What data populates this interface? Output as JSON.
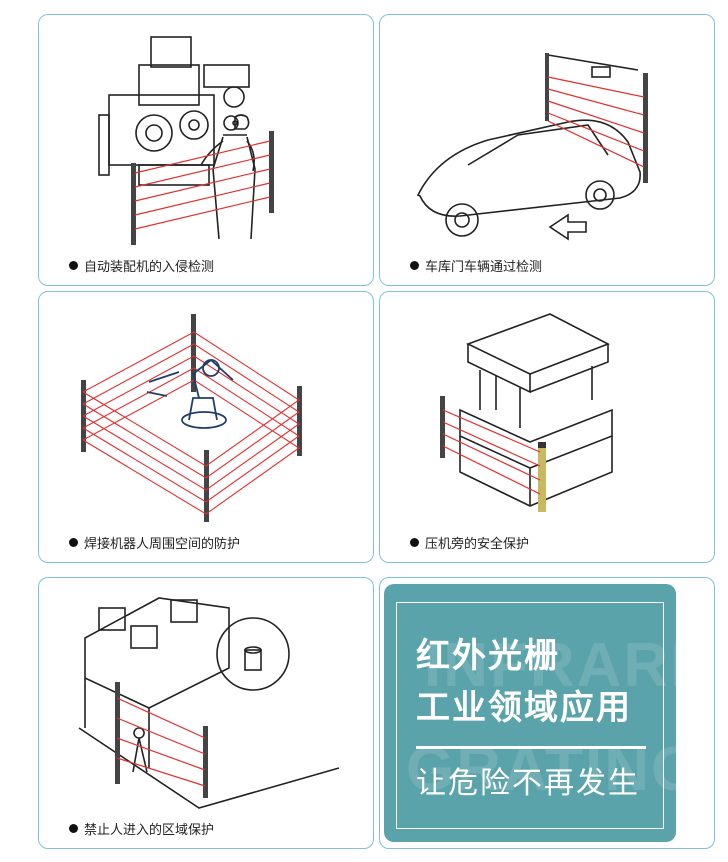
{
  "cards": [
    {
      "caption": "自动装配机的入侵检测"
    },
    {
      "caption": "车库门车辆通过检测"
    },
    {
      "caption": "焊接机器人周围空间的防护"
    },
    {
      "caption": "压机旁的安全保护"
    },
    {
      "caption": "禁止人进入的区域保护"
    }
  ],
  "promo": {
    "title_line1": "红外光栅",
    "title_line2": "工业领域应用",
    "subtitle": "让危险不再发生",
    "watermark_line1": "INFRARED",
    "watermark_line2": "GRATING"
  },
  "colors": {
    "card_border": "#7fc3d8",
    "beam": "#e03030",
    "promo_bg": "#5aa3aa",
    "ink": "#222222"
  }
}
